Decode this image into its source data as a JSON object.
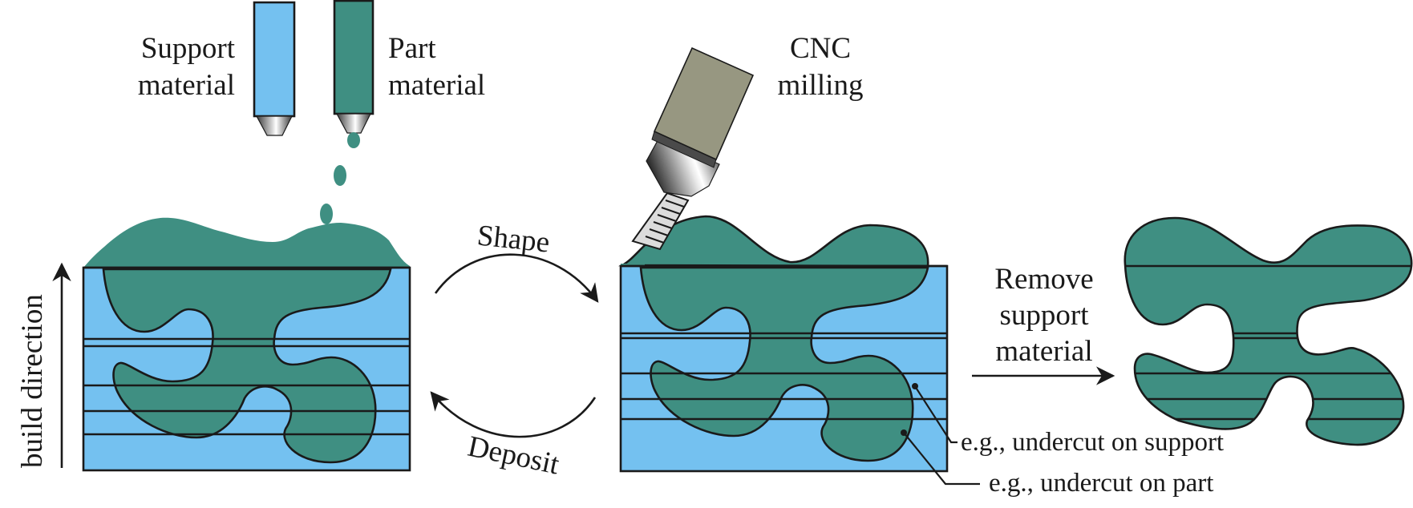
{
  "figure": {
    "title": "Hybrid additive/subtractive manufacturing: deposit, shape, remove support",
    "colors": {
      "support": "#74C1F0",
      "part": "#3F8F82",
      "tool_body": "#979781",
      "outline": "#1a1a1a"
    }
  },
  "labels": {
    "support_material_line1": "Support",
    "support_material_line2": "material",
    "part_material_line1": "Part",
    "part_material_line2": "material",
    "cnc_line1": "CNC",
    "cnc_line2": "milling",
    "build_direction": "build direction",
    "shape": "Shape",
    "deposit": "Deposit",
    "remove_line1": "Remove",
    "remove_line2": "support",
    "remove_line3": "material",
    "undercut_support": "e.g., undercut on support",
    "undercut_part": "e.g., undercut on part"
  },
  "stages": [
    {
      "id": "deposit-stage",
      "description": "Nozzles deposit support and part material layer by layer"
    },
    {
      "id": "shape-stage",
      "description": "CNC milling shapes the deposited layer"
    },
    {
      "id": "final-part",
      "description": "Part after support material is removed"
    }
  ],
  "icons": {
    "support_nozzle": "nozzle-icon",
    "part_nozzle": "nozzle-icon",
    "milling_tool": "cnc-milling-tool-icon",
    "build_arrow": "arrow-up-icon",
    "cycle_arrows": "cycle-arrow-icon",
    "remove_arrow": "arrow-right-icon"
  }
}
